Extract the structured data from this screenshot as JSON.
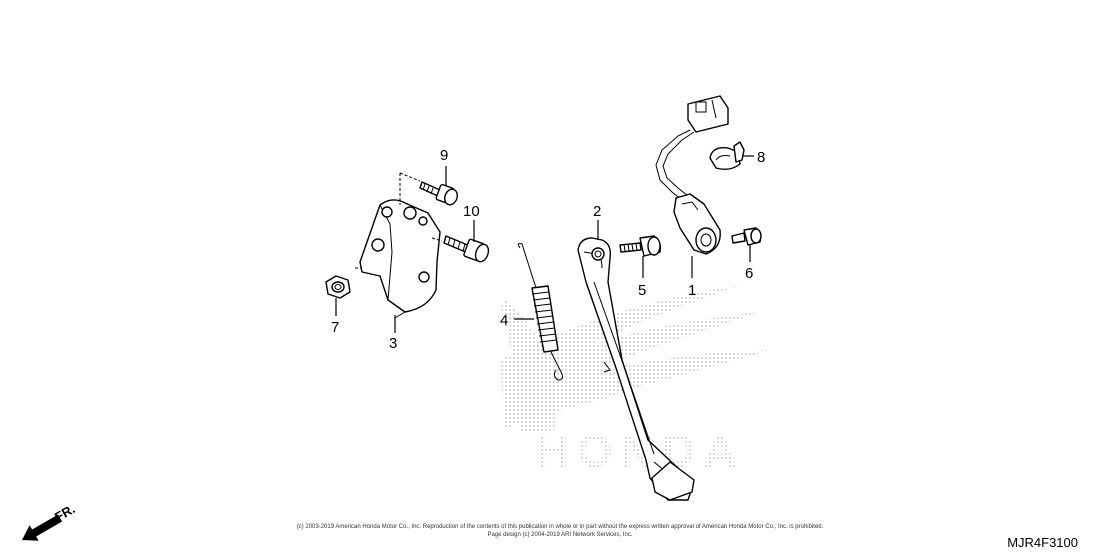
{
  "diagram": {
    "callouts": {
      "p1": "1",
      "p2": "2",
      "p3": "3",
      "p4": "4",
      "p5": "5",
      "p6": "6",
      "p7": "7",
      "p8": "8",
      "p9": "9",
      "p10": "10"
    },
    "watermark": "HONDA",
    "front_label": "FR.",
    "copyright_line1": "(c) 2003-2019 American Honda Motor Co., Inc. Reproduction of the contents of this publication in whole or in part without the express written approval of American Honda Motor Co., Inc. is prohibited.",
    "copyright_line2": "Page design (c) 2004-2019 ARI Network Services, Inc.",
    "figure_code": "MJR4F3100",
    "colors": {
      "line": "#000000",
      "watermark_dots": "#bbbbbb",
      "background": "#ffffff"
    }
  }
}
